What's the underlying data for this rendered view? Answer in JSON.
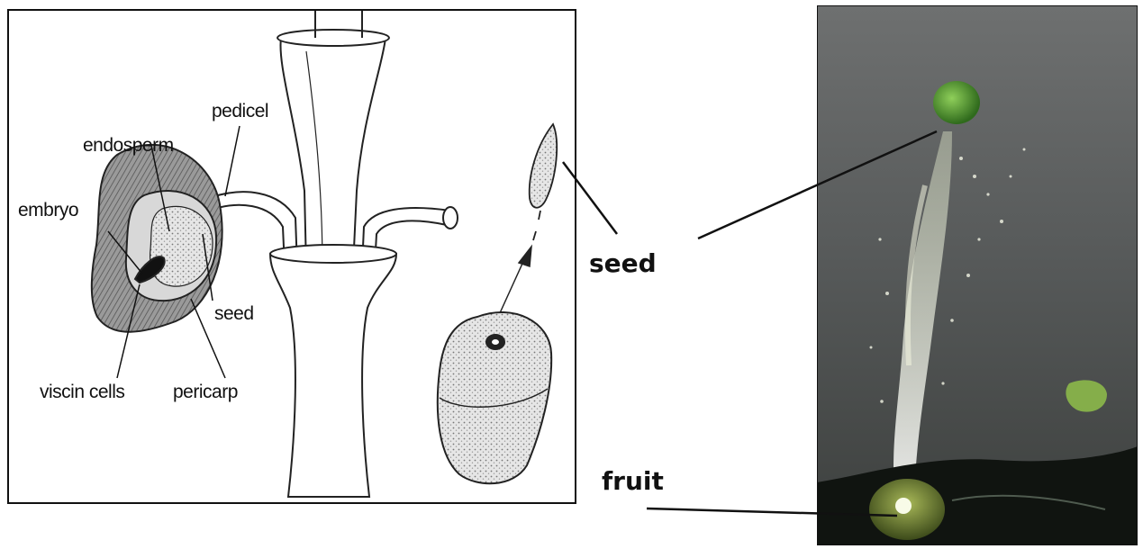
{
  "diagram": {
    "labels": {
      "endosperm": "endosperm",
      "pedicel": "pedicel",
      "embryo": "embryo",
      "seed": "seed",
      "viscin_cells": "viscin cells",
      "pericarp": "pericarp"
    }
  },
  "callouts": {
    "seed": "seed",
    "fruit": "fruit"
  }
}
